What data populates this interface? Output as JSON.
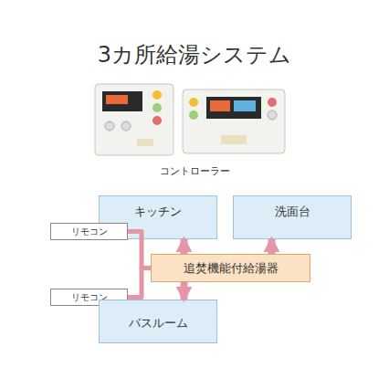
{
  "diagram": {
    "title": "3カ所給湯システム",
    "nodes": [
      {
        "text": [
          "キッチン"
        ]
      },
      {
        "text": [
          "洗面台"
        ]
      },
      {
        "text": [
          "リモコン"
        ]
      },
      {
        "text": [
          "追焚機能付給湯器"
        ]
      },
      {
        "text": [
          "リモコン"
        ]
      },
      {
        "text": [
          "バスルーム"
        ]
      }
    ],
    "edges": [
      {
        "from": 3,
        "to": 0,
        "arrow": "to"
      },
      {
        "from": 3,
        "to": 1,
        "arrow": "to"
      },
      {
        "from": 3,
        "to": 5,
        "arrow": "to"
      },
      {
        "from": 2,
        "to": 3,
        "arrow": "none"
      },
      {
        "from": 4,
        "to": 3,
        "arrow": "none"
      }
    ],
    "labels": [
      "コントローラー"
    ]
  }
}
